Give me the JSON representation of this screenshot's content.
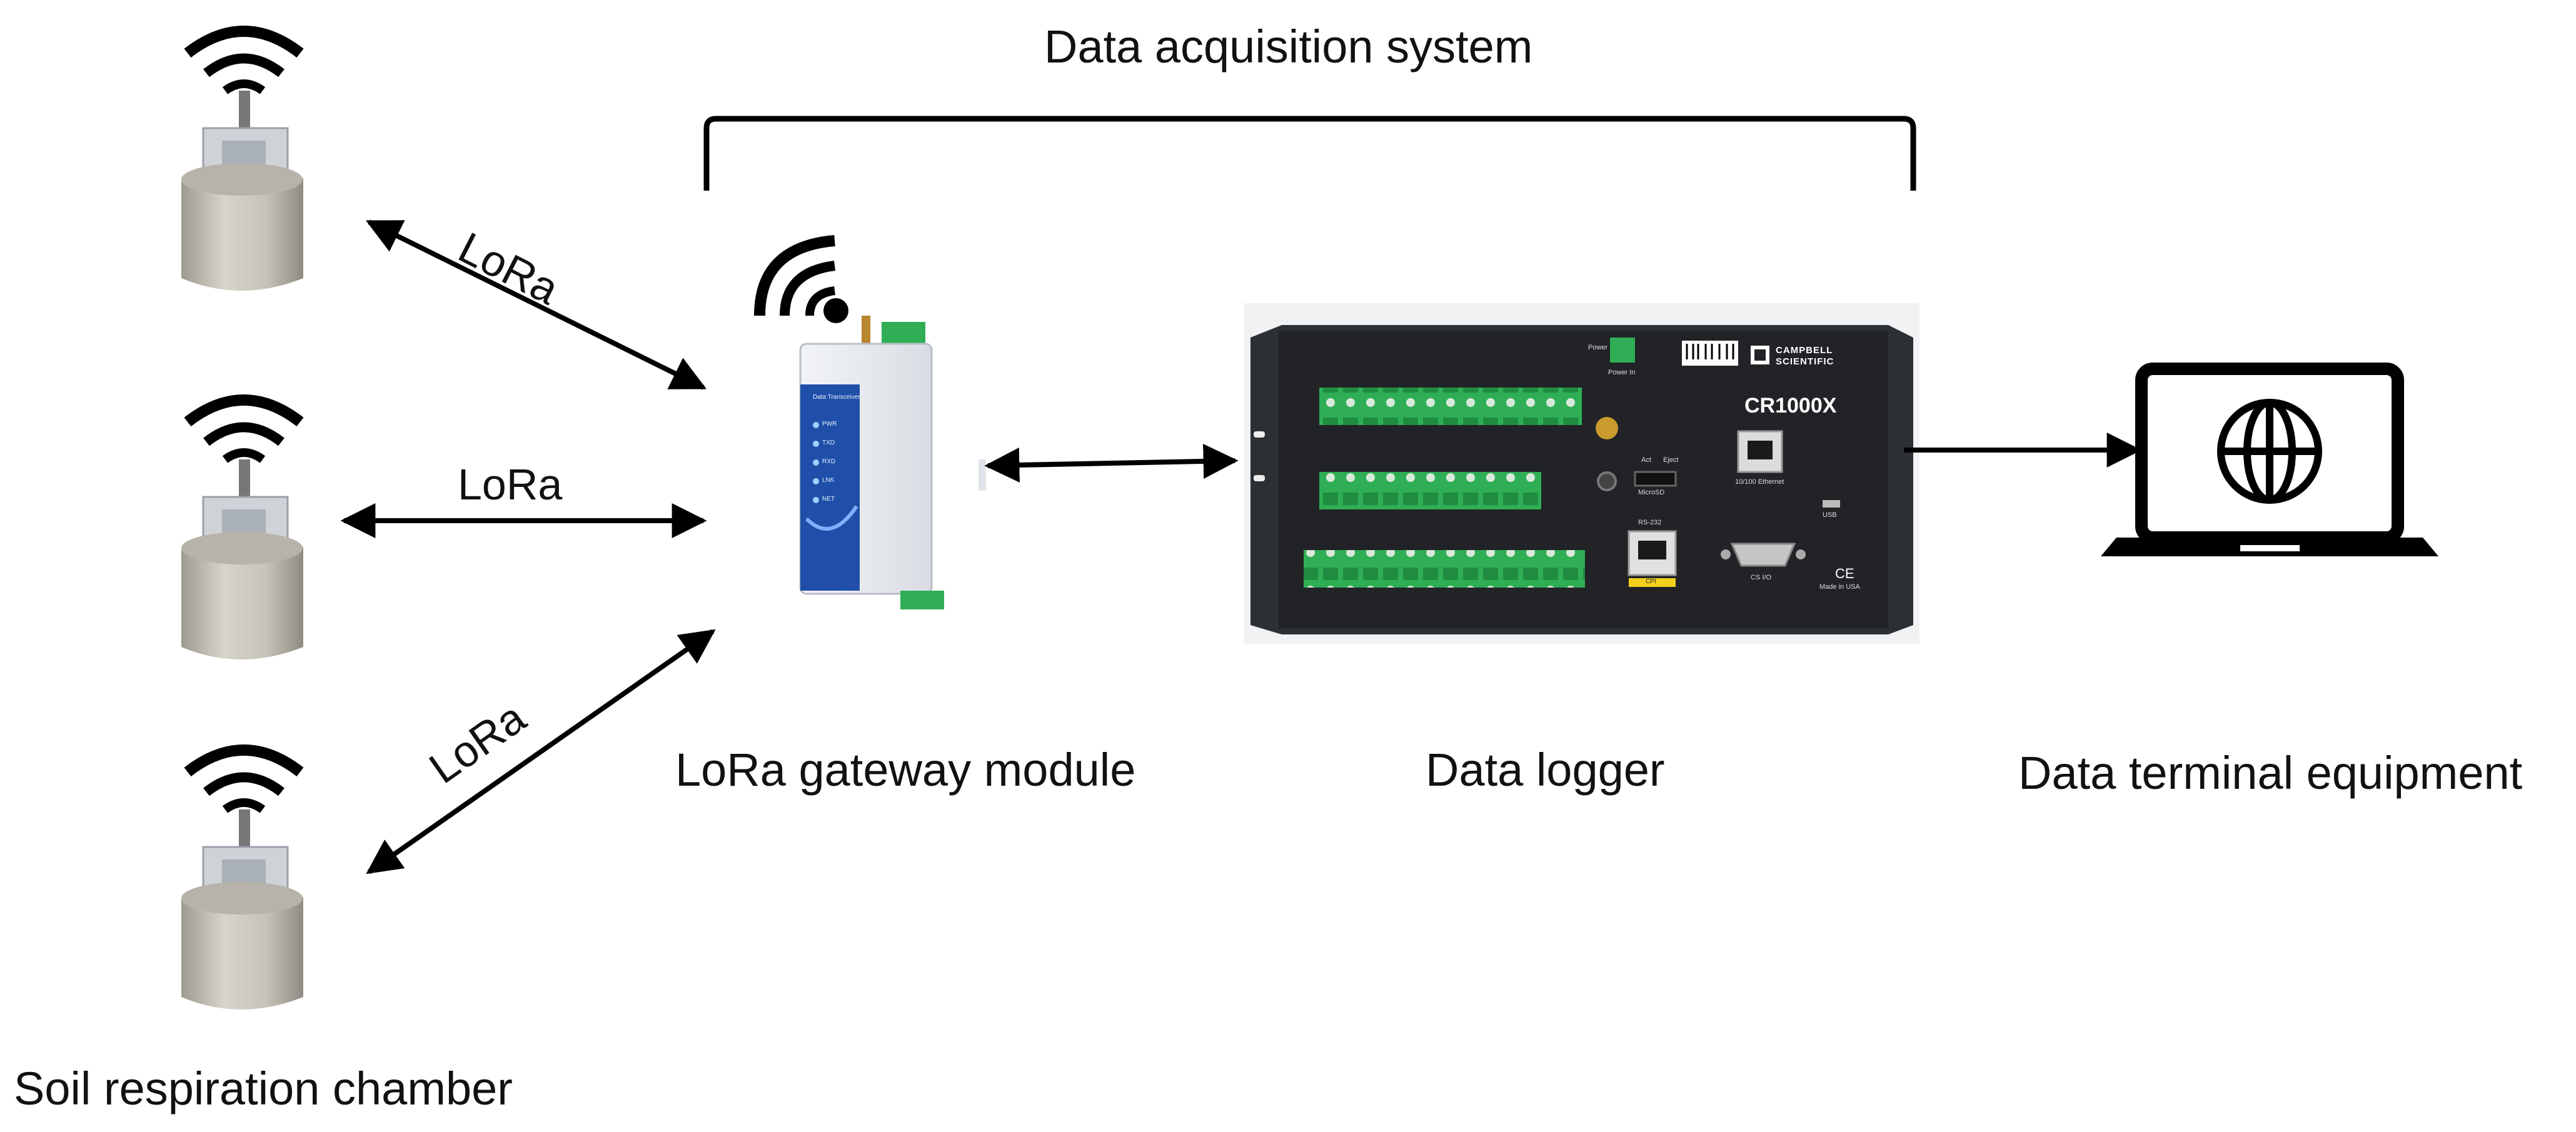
{
  "title": "Data acquisition system",
  "links": {
    "upper": "LoRa",
    "middle": "LoRa",
    "lower": "LoRa"
  },
  "nodes": {
    "chamber": "Soil respiration chamber",
    "gateway": "LoRa gateway module",
    "logger": "Data logger",
    "terminal": "Data terminal equipment"
  },
  "logger_device": {
    "model": "CR1000X",
    "brand_line1": "CAMPBELL",
    "brand_line2": "SCIENTIFIC",
    "power_label": "Power",
    "power_in_label": "Power In",
    "ethernet_label": "10/100 Ethernet",
    "microsd_label": "MicroSD",
    "act_label": "Act",
    "eject_label": "Eject",
    "usb_label": "USB",
    "cpi_label": "CPI",
    "rs232_label": "RS-232",
    "cs_io_label": "CS I/O",
    "ce_label": "CE",
    "made_in_label": "Made in USA"
  },
  "gateway_device": {
    "side_label": "Data Transceiver",
    "led_labels": [
      "PWR",
      "TXD",
      "RXD",
      "LNK",
      "NET"
    ]
  }
}
